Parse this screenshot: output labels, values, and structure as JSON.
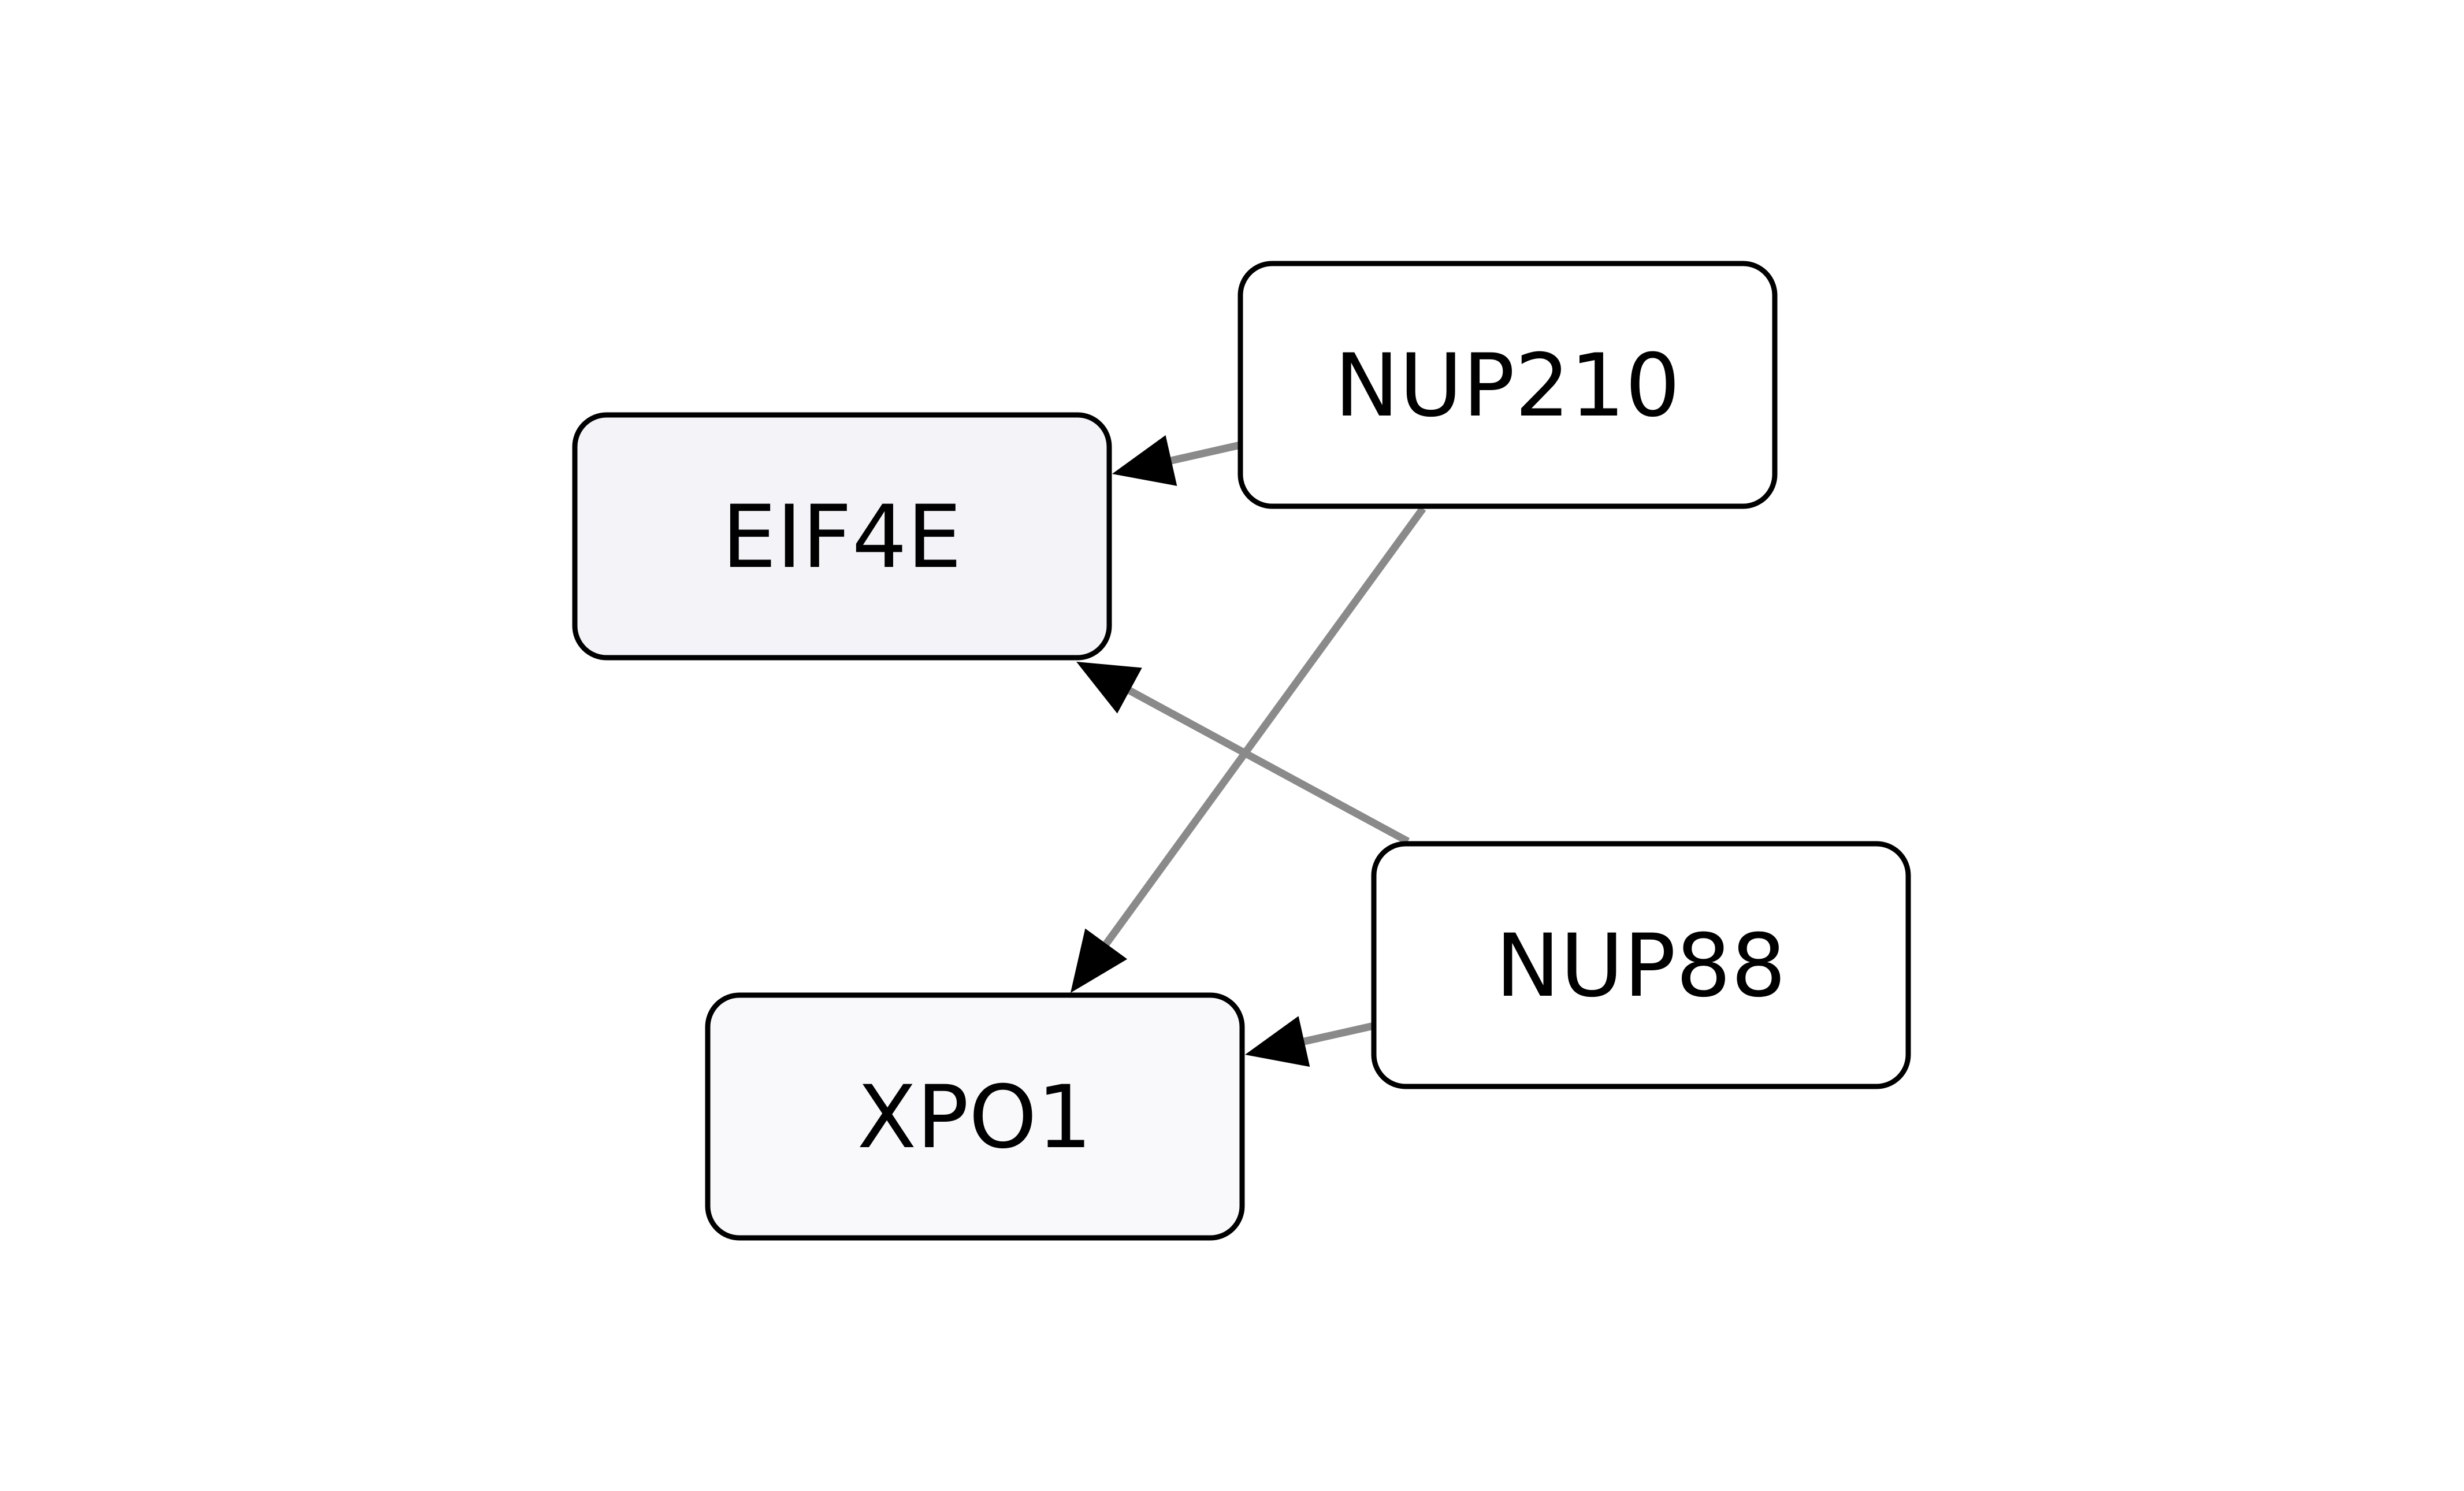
{
  "diagram": {
    "nodes": [
      {
        "id": "eif4e",
        "label": "EIF4E",
        "fill": "#f4f3f8"
      },
      {
        "id": "nup210",
        "label": "NUP210",
        "fill": "#ffffff"
      },
      {
        "id": "nup88",
        "label": "NUP88",
        "fill": "#ffffff"
      },
      {
        "id": "xpo1",
        "label": "XPO1",
        "fill": "#f9f9fc"
      }
    ],
    "edges": [
      {
        "from": "nup210",
        "to": "eif4e"
      },
      {
        "from": "nup210",
        "to": "xpo1"
      },
      {
        "from": "nup88",
        "to": "eif4e"
      },
      {
        "from": "nup88",
        "to": "xpo1"
      }
    ],
    "colors": {
      "edge": "#8a8a8a",
      "arrowhead": "#000000",
      "node_border": "#000000"
    }
  }
}
